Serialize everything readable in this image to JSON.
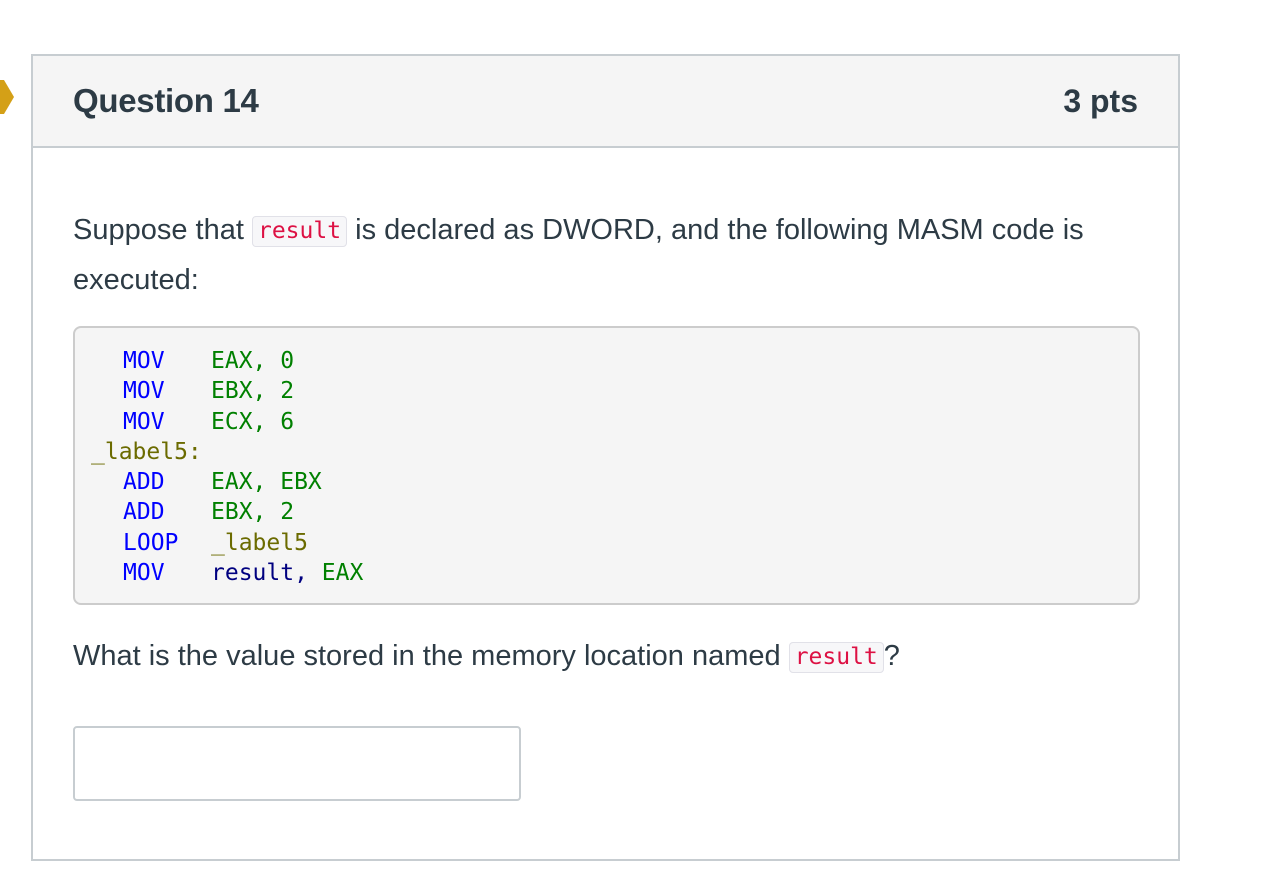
{
  "question": {
    "title": "Question 14",
    "points": "3 pts",
    "prompt_part1": "Suppose that ",
    "inline_code_1": "result",
    "prompt_part2": " is declared as DWORD, and the following MASM code is executed:",
    "code_lines": [
      {
        "indent": true,
        "op": "MOV",
        "operands": "EAX, 0"
      },
      {
        "indent": true,
        "op": "MOV",
        "operands": "EBX, 2"
      },
      {
        "indent": true,
        "op": "MOV",
        "operands": "ECX, 6"
      },
      {
        "indent": false,
        "label": "_label5:"
      },
      {
        "indent": true,
        "op": "ADD",
        "operands": "EAX, EBX"
      },
      {
        "indent": true,
        "op": "ADD",
        "operands": "EBX, 2"
      },
      {
        "indent": true,
        "op": "LOOP",
        "operand_label": "_label5"
      },
      {
        "indent": true,
        "op": "MOV",
        "operand_plain": "result,",
        "operands": " EAX"
      }
    ],
    "followup_part1": "What is the value stored in the memory location named ",
    "inline_code_2": "result",
    "followup_part2": "?",
    "answer_value": ""
  },
  "colors": {
    "header_bg": "#f5f5f5",
    "border": "#c7cdd1",
    "text": "#2d3b45",
    "inline_code": "#dd1144",
    "flag": "#d4a017"
  },
  "icons": {
    "flag": "bookmark-flag-icon"
  }
}
